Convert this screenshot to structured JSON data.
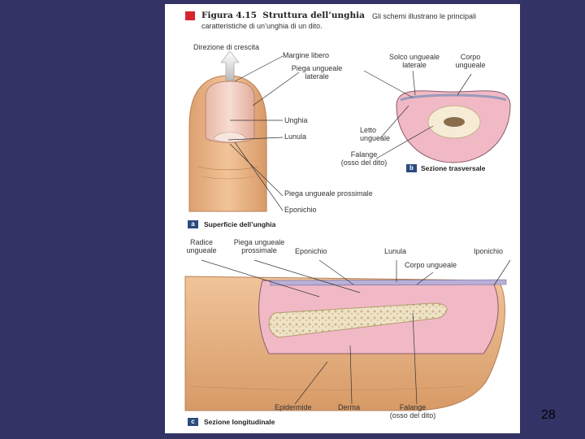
{
  "figure": {
    "number": "Figura 4.15",
    "title": "Struttura dell’unghia",
    "description_line1": "Gli schemi illustrano le principali",
    "description_line2": "caratteristiche di un’unghia di un dito."
  },
  "panel_a": {
    "badge": "a",
    "caption": "Superficie dell’unghia",
    "labels": {
      "growth_direction": "Direzione di crescita",
      "free_margin": "Margine libero",
      "lateral_fold_1": "Piega ungueale",
      "lateral_fold_2": "laterale",
      "nail": "Unghia",
      "lunula": "Lunula",
      "proximal_fold": "Piega ungueale prossimale",
      "eponychium": "Eponichio"
    }
  },
  "panel_b": {
    "badge": "b",
    "caption": "Sezione trasversale",
    "labels": {
      "lateral_groove_1": "Solco ungueale",
      "lateral_groove_2": "laterale",
      "nail_body_1": "Corpo",
      "nail_body_2": "ungueale",
      "nail_bed_1": "Letto",
      "nail_bed_2": "ungueale",
      "phalanx_1": "Falange",
      "phalanx_2": "(osso del dito)"
    }
  },
  "panel_c": {
    "badge": "c",
    "caption": "Sezione longitudinale",
    "labels": {
      "root_1": "Radice",
      "root_2": "ungueale",
      "proximal_fold_1": "Piega ungueale",
      "proximal_fold_2": "prossimale",
      "eponychium": "Eponichio",
      "lunula": "Lunula",
      "hyponychium": "Iponichio",
      "nail_body": "Corpo ungueale",
      "epidermis": "Epidermide",
      "dermis": "Derma",
      "phalanx_1": "Falange",
      "phalanx_2": "(osso del dito)"
    }
  },
  "page_number": "28",
  "colors": {
    "slide_background": "#333366",
    "badge": "#2c4a7d",
    "title_square": "#d4262e",
    "skin": "#e9b486",
    "tissue_pink": "#f1b9c6"
  }
}
